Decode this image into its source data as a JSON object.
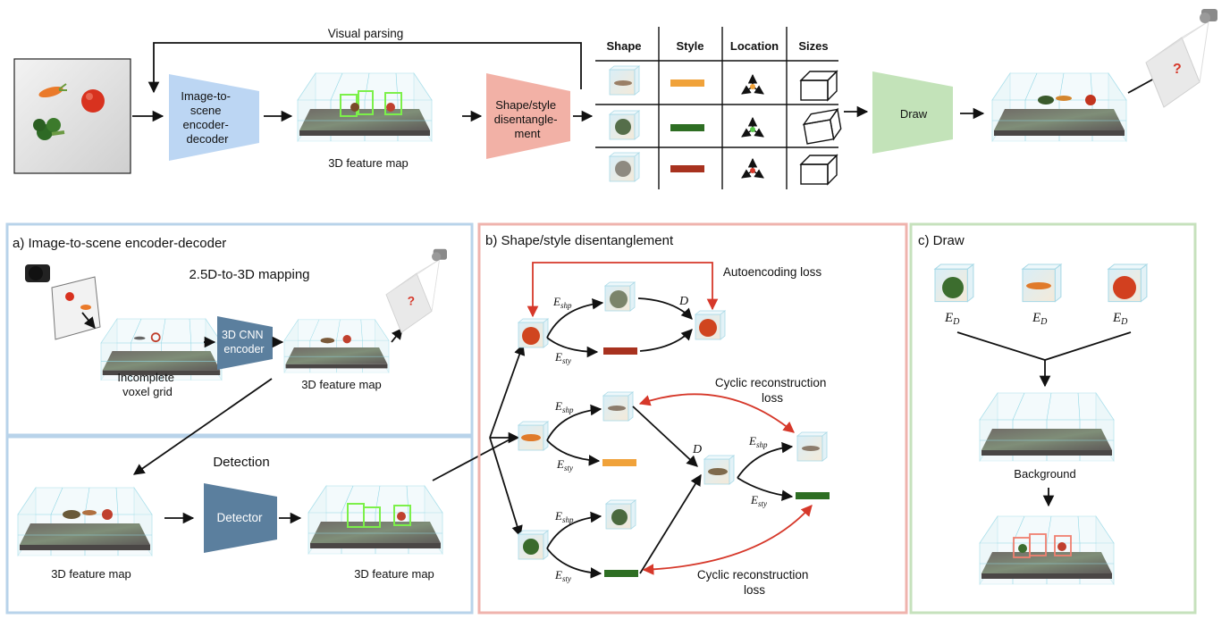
{
  "top": {
    "visual_parsing": "Visual parsing",
    "encoder_label": [
      "Image-to-",
      "scene",
      "encoder-",
      "decoder"
    ],
    "feature_map": "3D feature map",
    "disent_label": [
      "Shape/style",
      "disentangle-",
      "ment"
    ],
    "table_headers": [
      "Shape",
      "Style",
      "Location",
      "Sizes"
    ],
    "style_colors": [
      "#f0a23a",
      "#2e6e23",
      "#a8321f"
    ],
    "draw": "Draw"
  },
  "panel_a": {
    "title": "a) Image-to-scene encoder-decoder",
    "mapping": "2.5D-to-3D mapping",
    "cnn": [
      "3D CNN",
      "encoder"
    ],
    "incomplete": [
      "Incomplete",
      "voxel grid"
    ],
    "feature_map": "3D feature map",
    "detection": "Detection",
    "detector": "Detector",
    "feature_map_left": "3D feature map",
    "feature_map_right": "3D feature map"
  },
  "panel_b": {
    "title": "b) Shape/style disentanglement",
    "autoencoding": "Autoencoding loss",
    "cyclic_top": [
      "Cyclic reconstruction",
      "loss"
    ],
    "cyclic_bottom": [
      "Cyclic reconstruction",
      "loss"
    ],
    "e_shp": "E",
    "shp": "shp",
    "e_sty": "E",
    "sty": "sty",
    "d": "D"
  },
  "panel_c": {
    "title": "c) Draw",
    "e_d": "E",
    "d_sub": "D",
    "background": "Background"
  },
  "colors": {
    "blue_panel": "#b8d3ea",
    "pink_panel": "#efb3ad",
    "green_panel": "#c6e1bc",
    "encoder_fill": "#bcd6f3",
    "disent_fill": "#f2b1a6",
    "draw_fill": "#c3e3b9",
    "cnn_fill": "#5b7f9e",
    "red_arrow": "#d6382a"
  }
}
